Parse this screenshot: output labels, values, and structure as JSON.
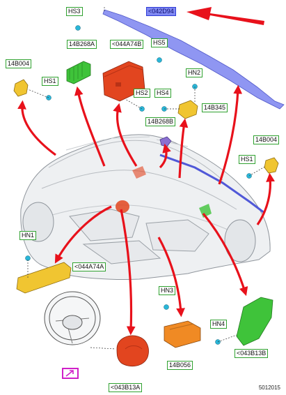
{
  "labels": {
    "hs3": "HS3",
    "c042d94": "<042D94",
    "l14b268a": "14B268A",
    "c044a74b": "<044A74B",
    "hs5": "HS5",
    "l14b004_left": "14B004",
    "hs1_left": "HS1",
    "hn2": "HN2",
    "hs2": "HS2",
    "hs4": "HS4",
    "l14b345": "14B345",
    "l14b268b": "14B268B",
    "l14b004_right": "14B004",
    "hs1_right": "HS1",
    "hn1": "HN1",
    "c044a74a": "<044A74A",
    "hn3": "HN3",
    "hn4": "HN4",
    "c043b13b": "<043B13B",
    "l14b056": "14B056",
    "c043b13a": "<043B13A"
  },
  "figure_number": "5012015",
  "colors": {
    "highlight_arrow": "#e8111b",
    "label_border": "#2fa12f",
    "highlight_label": "#7f88f2",
    "orange_part": "#f08a24",
    "red_part": "#e2451f",
    "green_part": "#3fc33a",
    "purple_part": "#8a6fd1",
    "yellow_part": "#f0c531"
  }
}
